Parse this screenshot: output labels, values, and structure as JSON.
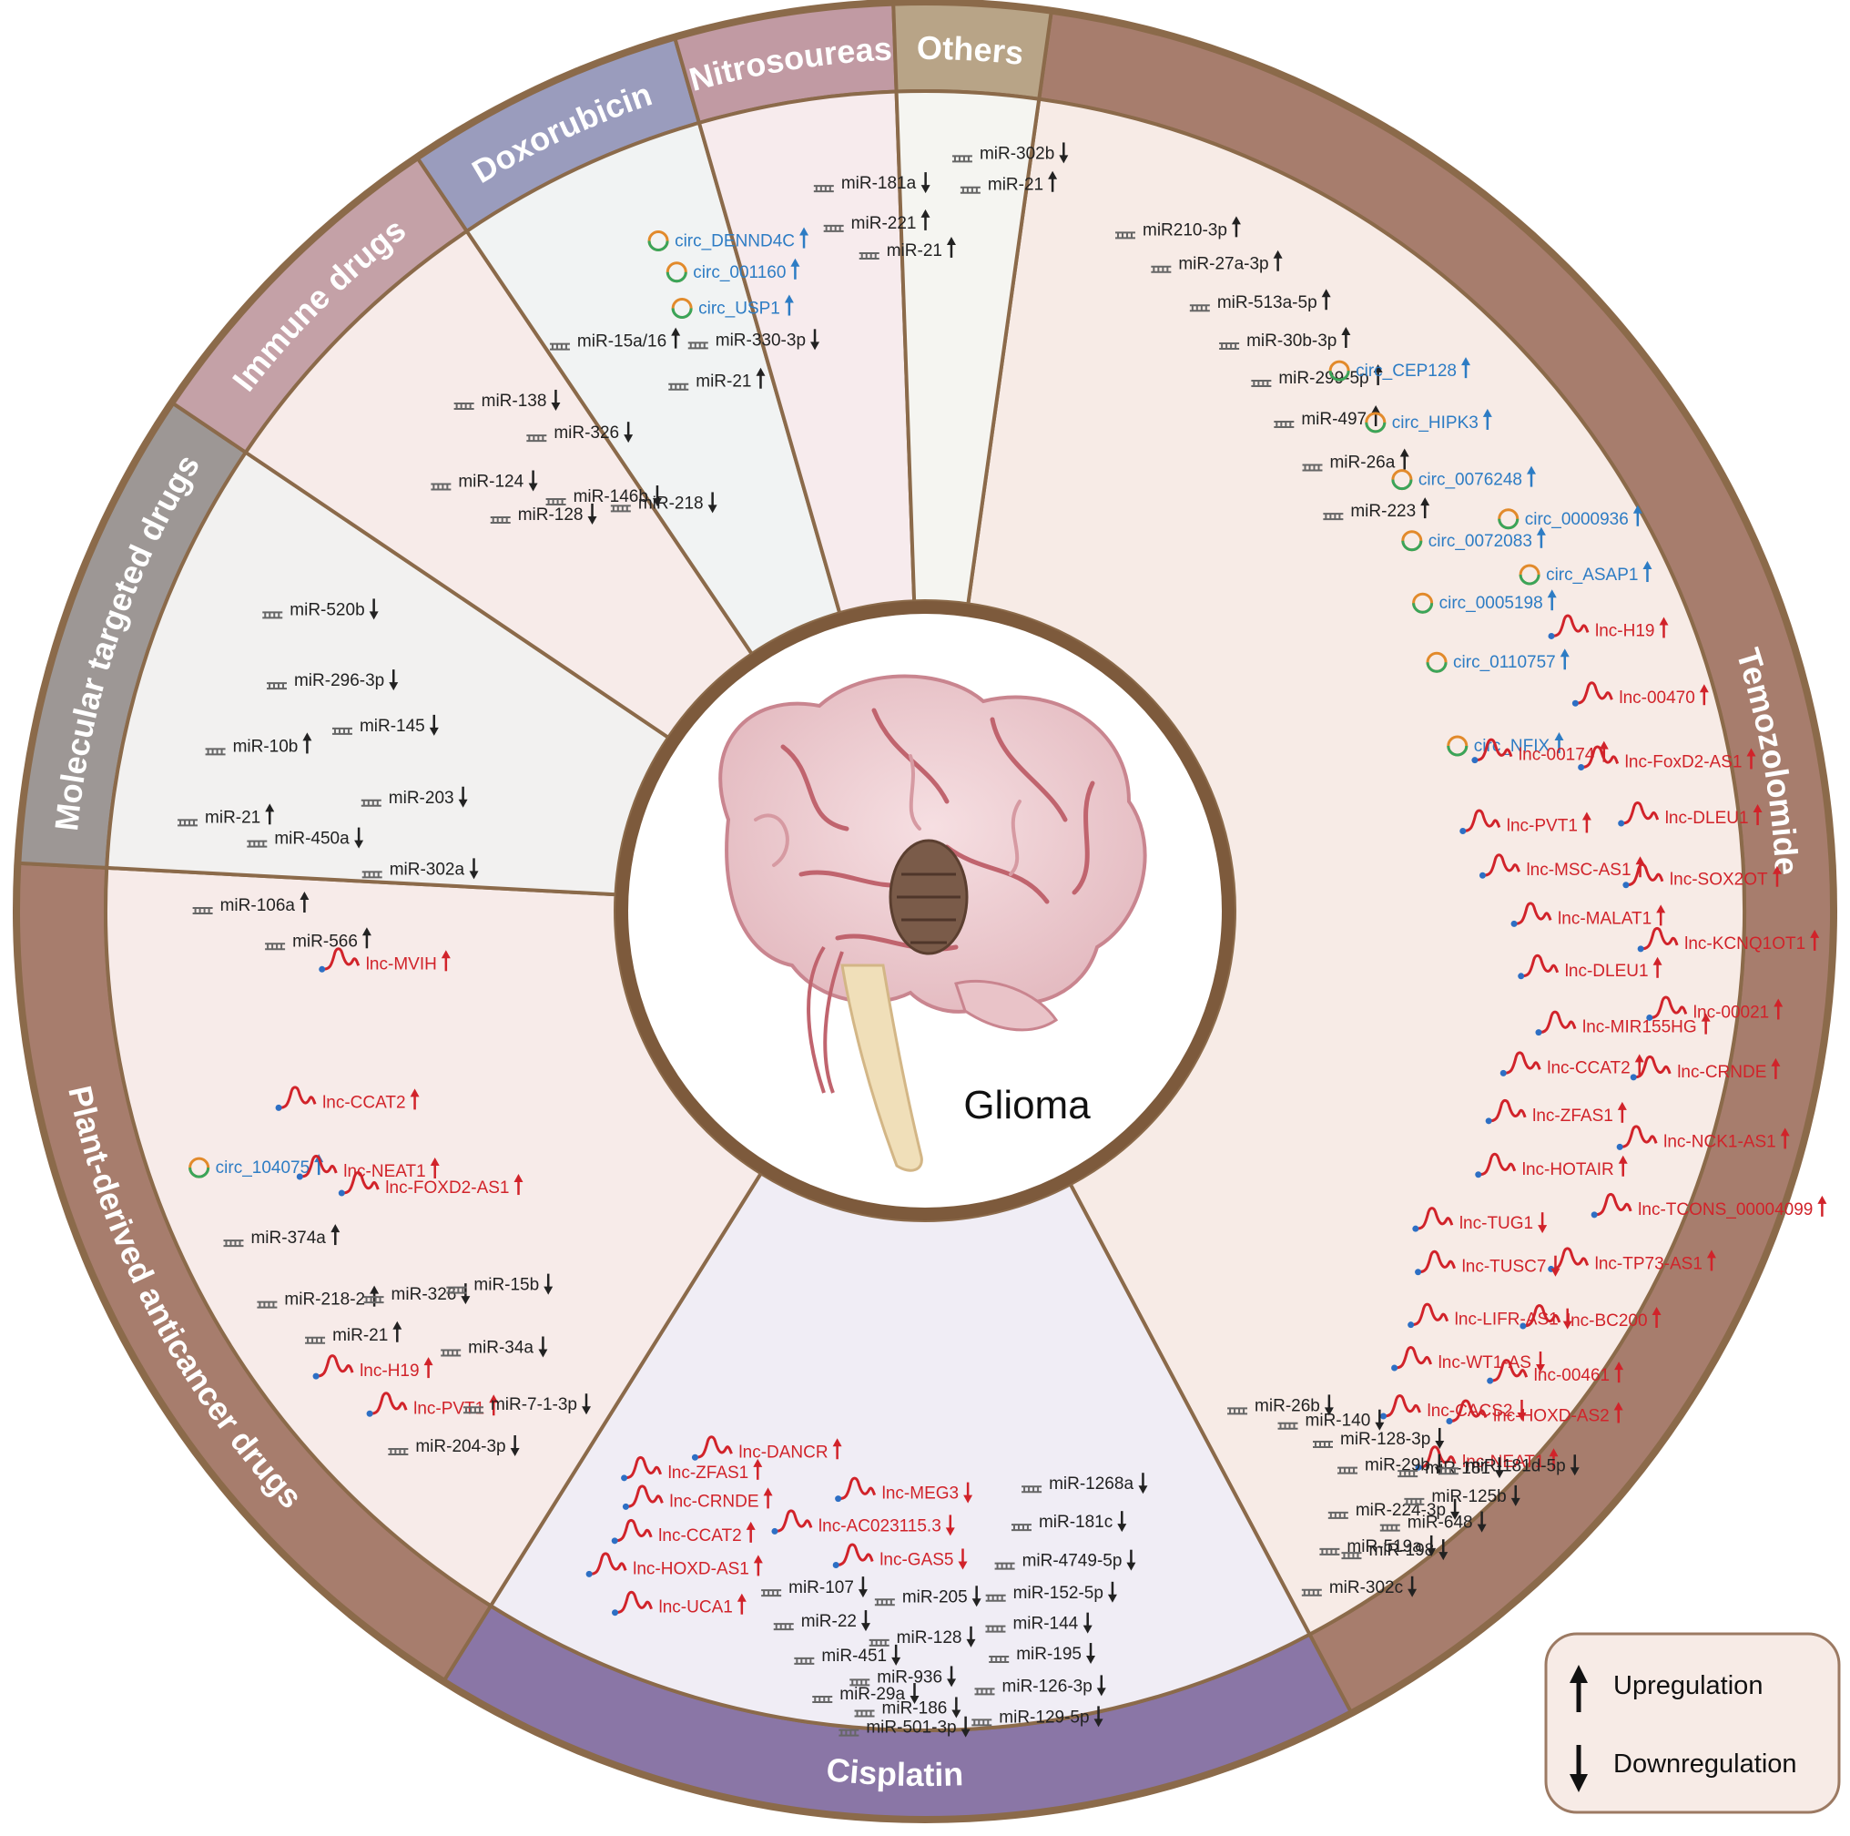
{
  "center": {
    "title": "Glioma"
  },
  "legend": {
    "up": "Upregulation",
    "down": "Downregulation"
  },
  "sectors": [
    {
      "name": "Temozolomide",
      "start": 8,
      "end": 152,
      "band": "#a77d6d",
      "inner": "#f7ebe6",
      "items": [
        {
          "t": "m",
          "l": "miR210-3p",
          "d": "u",
          "r": 0.78,
          "a": 17.3
        },
        {
          "t": "m",
          "l": "miR-27a-3p",
          "d": "u",
          "r": 0.74,
          "a": 21.0
        },
        {
          "t": "m",
          "l": "miR-513a-5p",
          "d": "u",
          "r": 0.7,
          "a": 25.3
        },
        {
          "t": "m",
          "l": "miR-30b-3p",
          "d": "u",
          "r": 0.66,
          "a": 29.1
        },
        {
          "t": "m",
          "l": "miR-299-5p",
          "d": "u",
          "r": 0.63,
          "a": 33.3
        },
        {
          "t": "m",
          "l": "miR-497",
          "d": "u",
          "r": 0.59,
          "a": 37.2
        },
        {
          "t": "m",
          "l": "miR-26a",
          "d": "u",
          "r": 0.56,
          "a": 41.9
        },
        {
          "t": "m",
          "l": "miR-223",
          "d": "u",
          "r": 0.52,
          "a": 46.7
        },
        {
          "t": "c",
          "l": "circ_CEP128",
          "d": "u",
          "r": 0.73,
          "a": 38.4
        },
        {
          "t": "c",
          "l": "circ_HIPK3",
          "d": "u",
          "r": 0.7,
          "a": 43.6
        },
        {
          "t": "c",
          "l": "circ_0076248",
          "d": "u",
          "r": 0.66,
          "a": 48.8
        },
        {
          "t": "c",
          "l": "circ_0072083",
          "d": "u",
          "r": 0.6,
          "a": 53.7
        },
        {
          "t": "c",
          "l": "circ_0005198",
          "d": "u",
          "r": 0.55,
          "a": 59.2
        },
        {
          "t": "c",
          "l": "circ_0110757",
          "d": "u",
          "r": 0.52,
          "a": 65.0
        },
        {
          "t": "c",
          "l": "circ_NFIX",
          "d": "u",
          "r": 0.5,
          "a": 73.6
        },
        {
          "t": "c",
          "l": "circ_0000936",
          "d": "u",
          "r": 0.78,
          "a": 56.9
        },
        {
          "t": "c",
          "l": "circ_ASAP1",
          "d": "u",
          "r": 0.76,
          "a": 61.7
        },
        {
          "t": "l",
          "l": "lnc-H19",
          "d": "u",
          "r": 0.8,
          "a": 67.5
        },
        {
          "t": "l",
          "l": "lnc-00174",
          "d": "u",
          "r": 0.58,
          "a": 75.6
        },
        {
          "t": "l",
          "l": "lnc-00470",
          "d": "u",
          "r": 0.8,
          "a": 73.2
        },
        {
          "t": "l",
          "l": "lnc-PVT1",
          "d": "u",
          "r": 0.53,
          "a": 82.1
        },
        {
          "t": "l",
          "l": "lnc-FoxD2-AS1",
          "d": "u",
          "r": 0.78,
          "a": 78.3
        },
        {
          "t": "l",
          "l": "lnc-MSC-AS1",
          "d": "u",
          "r": 0.56,
          "a": 86.6
        },
        {
          "t": "l",
          "l": "lnc-DLEU1",
          "d": "u",
          "r": 0.84,
          "a": 83.2
        },
        {
          "t": "l",
          "l": "lnc-MALAT1",
          "d": "u",
          "r": 0.62,
          "a": 91.2
        },
        {
          "t": "l",
          "l": "lnc-SOX2OT",
          "d": "u",
          "r": 0.84,
          "a": 88.0
        },
        {
          "t": "l",
          "l": "lnc-DLEU1",
          "d": "u",
          "r": 0.64,
          "a": 95.9
        },
        {
          "t": "l",
          "l": "lnc-KCNQ1OT1",
          "d": "u",
          "r": 0.87,
          "a": 92.9
        },
        {
          "t": "l",
          "l": "lnc-MIR155HG",
          "d": "u",
          "r": 0.69,
          "a": 100.6
        },
        {
          "t": "l",
          "l": "lnc-00021",
          "d": "u",
          "r": 0.9,
          "a": 98.0
        },
        {
          "t": "l",
          "l": "lnc-CCAT2",
          "d": "u",
          "r": 0.64,
          "a": 104.8
        },
        {
          "t": "l",
          "l": "lnc-CRNDE",
          "d": "u",
          "r": 0.89,
          "a": 102.6
        },
        {
          "t": "l",
          "l": "lnc-ZFAS1",
          "d": "u",
          "r": 0.64,
          "a": 109.3
        },
        {
          "t": "l",
          "l": "lnc-NCK1-AS1",
          "d": "u",
          "r": 0.9,
          "a": 107.9
        },
        {
          "t": "l",
          "l": "lnc-HOTAIR",
          "d": "u",
          "r": 0.66,
          "a": 114.1
        },
        {
          "t": "l",
          "l": "lnc-TCONS_00004099",
          "d": "u",
          "r": 0.9,
          "a": 113.3
        },
        {
          "t": "l",
          "l": "lnc-TUG1",
          "d": "d",
          "r": 0.6,
          "a": 121.1
        },
        {
          "t": "l",
          "l": "lnc-TP73-AS1",
          "d": "u",
          "r": 0.87,
          "a": 118.4
        },
        {
          "t": "l",
          "l": "lnc-TUSC7",
          "d": "d",
          "r": 0.65,
          "a": 124.3
        },
        {
          "t": "l",
          "l": "lnc-BC200",
          "d": "u",
          "r": 0.88,
          "a": 123.2
        },
        {
          "t": "l",
          "l": "lnc-LIFR-AS1",
          "d": "d",
          "r": 0.7,
          "a": 128.4
        },
        {
          "t": "l",
          "l": "lnc-00461",
          "d": "u",
          "r": 0.89,
          "a": 128.0
        },
        {
          "t": "l",
          "l": "lnc-WT1-AS",
          "d": "d",
          "r": 0.73,
          "a": 132.1
        },
        {
          "t": "l",
          "l": "lnc-HOXD-AS2",
          "d": "u",
          "r": 0.88,
          "a": 132.3
        },
        {
          "t": "l",
          "l": "lnc-CACS2",
          "d": "d",
          "r": 0.78,
          "a": 135.6
        },
        {
          "t": "l",
          "l": "lnc-NEAT1",
          "d": "u",
          "r": 0.9,
          "a": 136.4
        },
        {
          "t": "m",
          "l": "miR-26b",
          "d": "d",
          "r": 0.56,
          "a": 147.2
        },
        {
          "t": "m",
          "l": "miR-140",
          "d": "d",
          "r": 0.64,
          "a": 144.1
        },
        {
          "t": "m",
          "l": "miR-128-3p",
          "d": "d",
          "r": 0.71,
          "a": 142.6
        },
        {
          "t": "m",
          "l": "miR-29b",
          "d": "d",
          "r": 0.78,
          "a": 142.3
        },
        {
          "t": "m",
          "l": "miR-224-3p",
          "d": "d",
          "r": 0.84,
          "a": 145.0
        },
        {
          "t": "m",
          "l": "miR-519a",
          "d": "d",
          "r": 0.89,
          "a": 147.1
        },
        {
          "t": "m",
          "l": "miR-302c",
          "d": "d",
          "r": 0.94,
          "a": 149.8
        },
        {
          "t": "m",
          "l": "miR-181",
          "d": "d",
          "r": 0.86,
          "a": 138.8
        },
        {
          "t": "m",
          "l": "miR-181d-5p",
          "d": "d",
          "r": 0.91,
          "a": 136.4
        },
        {
          "t": "m",
          "l": "miR-125b",
          "d": "d",
          "r": 0.91,
          "a": 139.8
        },
        {
          "t": "m",
          "l": "miR-648",
          "d": "d",
          "r": 0.92,
          "a": 142.4
        },
        {
          "t": "m",
          "l": "miR-198",
          "d": "d",
          "r": 0.92,
          "a": 145.9
        }
      ]
    },
    {
      "name": "Cisplatin",
      "start": 152,
      "end": 212,
      "band": "#8a76a6",
      "inner": "#f0edf5",
      "items": [
        {
          "t": "m",
          "l": "miR-1268a",
          "d": "d",
          "r": 0.55,
          "a": 168.6
        },
        {
          "t": "m",
          "l": "miR-181c",
          "d": "d",
          "r": 0.62,
          "a": 170.2
        },
        {
          "t": "m",
          "l": "miR-4749-5p",
          "d": "d",
          "r": 0.69,
          "a": 172.2
        },
        {
          "t": "m",
          "l": "miR-152-5p",
          "d": "d",
          "r": 0.75,
          "a": 173.3
        },
        {
          "t": "m",
          "l": "miR-144",
          "d": "d",
          "r": 0.81,
          "a": 173.6
        },
        {
          "t": "m",
          "l": "miR-195",
          "d": "d",
          "r": 0.87,
          "a": 173.6
        },
        {
          "t": "m",
          "l": "miR-126-3p",
          "d": "d",
          "r": 0.93,
          "a": 174.9
        },
        {
          "t": "m",
          "l": "miR-129-5p",
          "d": "d",
          "r": 0.99,
          "a": 175.3
        },
        {
          "t": "l",
          "l": "lnc-DANCR",
          "d": "u",
          "r": 0.53,
          "a": 199.5
        },
        {
          "t": "l",
          "l": "lnc-ZFAS1",
          "d": "u",
          "r": 0.62,
          "a": 205.0
        },
        {
          "t": "l",
          "l": "lnc-MEG3",
          "d": "d",
          "r": 0.55,
          "a": 184.9
        },
        {
          "t": "l",
          "l": "lnc-CRNDE",
          "d": "u",
          "r": 0.67,
          "a": 203.8
        },
        {
          "t": "l",
          "l": "lnc-AC023115.3",
          "d": "d",
          "r": 0.63,
          "a": 190.4
        },
        {
          "t": "l",
          "l": "lnc-CCAT2",
          "d": "u",
          "r": 0.74,
          "a": 203.5
        },
        {
          "t": "l",
          "l": "lnc-GAS5",
          "d": "d",
          "r": 0.68,
          "a": 184.6
        },
        {
          "t": "l",
          "l": "lnc-HOXD-AS1",
          "d": "u",
          "r": 0.82,
          "a": 204.3
        },
        {
          "t": "m",
          "l": "miR-107",
          "d": "d",
          "r": 0.76,
          "a": 191.9
        },
        {
          "t": "m",
          "l": "miR-205",
          "d": "d",
          "r": 0.75,
          "a": 182.5
        },
        {
          "t": "l",
          "l": "lnc-UCA1",
          "d": "u",
          "r": 0.87,
          "a": 201.3
        },
        {
          "t": "m",
          "l": "miR-22",
          "d": "d",
          "r": 0.82,
          "a": 190.4
        },
        {
          "t": "m",
          "l": "miR-128",
          "d": "d",
          "r": 0.83,
          "a": 182.8
        },
        {
          "t": "m",
          "l": "miR-451",
          "d": "d",
          "r": 0.88,
          "a": 188.4
        },
        {
          "t": "m",
          "l": "miR-936",
          "d": "d",
          "r": 0.91,
          "a": 184.1
        },
        {
          "t": "m",
          "l": "miR-29a",
          "d": "d",
          "r": 0.95,
          "a": 186.7
        },
        {
          "t": "m",
          "l": "miR-186",
          "d": "d",
          "r": 0.97,
          "a": 183.6
        },
        {
          "t": "m",
          "l": "miR-501-3p",
          "d": "d",
          "r": 1.01,
          "a": 184.6
        }
      ]
    },
    {
      "name": "Plant-derived anticancer drugs",
      "start": 212,
      "end": 273,
      "band": "#a77d6d",
      "inner": "#f7ebe9",
      "items": [
        {
          "t": "c",
          "l": "circ_104075",
          "d": "u",
          "r": 0.89,
          "a": 249.9
        },
        {
          "t": "m",
          "l": "miR-374a",
          "d": "u",
          "r": 0.88,
          "a": 244.0
        },
        {
          "t": "m",
          "l": "miR-218-2",
          "d": "u",
          "r": 0.88,
          "a": 238.7
        },
        {
          "t": "m",
          "l": "miR-21",
          "d": "u",
          "r": 0.84,
          "a": 234.4
        },
        {
          "t": "l",
          "l": "lnc-H19",
          "d": "u",
          "r": 0.84,
          "a": 230.9
        },
        {
          "t": "l",
          "l": "lnc-PVT1",
          "d": "u",
          "r": 0.81,
          "a": 225.9
        },
        {
          "t": "l",
          "l": "lnc-CCAT2",
          "d": "u",
          "r": 0.65,
          "a": 252.1
        },
        {
          "t": "l",
          "l": "lnc-NEAT1",
          "d": "u",
          "r": 0.66,
          "a": 245.7
        },
        {
          "t": "l",
          "l": "lnc-FOXD2-AS1",
          "d": "u",
          "r": 0.6,
          "a": 242.7
        },
        {
          "t": "m",
          "l": "miR-326",
          "d": "d",
          "r": 0.7,
          "a": 234.3
        },
        {
          "t": "m",
          "l": "miR-15b",
          "d": "d",
          "r": 0.56,
          "a": 230.4
        },
        {
          "t": "m",
          "l": "miR-34a",
          "d": "d",
          "r": 0.65,
          "a": 226.4
        },
        {
          "t": "m",
          "l": "miR-7-1-3p",
          "d": "d",
          "r": 0.7,
          "a": 221.5
        },
        {
          "t": "m",
          "l": "miR-204-3p",
          "d": "d",
          "r": 0.86,
          "a": 223.7
        }
      ]
    },
    {
      "name": "Molecular targeted drugs",
      "start": 273,
      "end": 304,
      "band": "#9d9795",
      "inner": "#f2f1f0",
      "items": [
        {
          "t": "m",
          "l": "miR-520b",
          "d": "d",
          "r": 0.78,
          "a": 294.7
        },
        {
          "t": "m",
          "l": "miR-296-3p",
          "d": "d",
          "r": 0.72,
          "a": 289.4
        },
        {
          "t": "m",
          "l": "miR-10b",
          "d": "u",
          "r": 0.8,
          "a": 282.8
        },
        {
          "t": "m",
          "l": "miR-145",
          "d": "d",
          "r": 0.57,
          "a": 287.4
        },
        {
          "t": "m",
          "l": "miR-21",
          "d": "u",
          "r": 0.83,
          "a": 276.9
        },
        {
          "t": "m",
          "l": "miR-203",
          "d": "d",
          "r": 0.48,
          "a": 281.2
        },
        {
          "t": "m",
          "l": "miR-450a",
          "d": "d",
          "r": 0.69,
          "a": 275.8
        },
        {
          "t": "m",
          "l": "miR-302a",
          "d": "d",
          "r": 0.46,
          "a": 273.8
        },
        {
          "t": "m",
          "l": "miR-106a",
          "d": "u",
          "r": 0.79,
          "a": 270.0
        },
        {
          "t": "m",
          "l": "miR-566",
          "d": "u",
          "r": 0.65,
          "a": 266.8
        },
        {
          "t": "l",
          "l": "lnc-MVIH",
          "d": "u",
          "r": 0.51,
          "a": 264.1
        }
      ]
    },
    {
      "name": "Immune drugs",
      "start": 304,
      "end": 326,
      "band": "#c4a1a7",
      "inner": "#f7ebe9",
      "items": [
        {
          "t": "m",
          "l": "miR-15a/16",
          "d": "u",
          "r": 0.7,
          "a": 327.8
        },
        {
          "t": "m",
          "l": "miR-138",
          "d": "d",
          "r": 0.72,
          "a": 318.2
        },
        {
          "t": "m",
          "l": "miR-326",
          "d": "d",
          "r": 0.58,
          "a": 321.3
        },
        {
          "t": "m",
          "l": "miR-124",
          "d": "d",
          "r": 0.64,
          "a": 311.8
        },
        {
          "t": "m",
          "l": "miR-128",
          "d": "d",
          "r": 0.51,
          "a": 313.3
        },
        {
          "t": "m",
          "l": "miR-146b",
          "d": "d",
          "r": 0.46,
          "a": 318.7
        },
        {
          "t": "m",
          "l": "miR-218",
          "d": "d",
          "r": 0.37,
          "a": 323.8
        }
      ]
    },
    {
      "name": "Doxorubicin",
      "start": 326,
      "end": 344,
      "band": "#9a9cbd",
      "inner": "#f1f3f3",
      "items": [
        {
          "t": "c",
          "l": "circ_DENND4C",
          "d": "u",
          "r": 0.79,
          "a": 338.8
        },
        {
          "t": "c",
          "l": "circ_001160",
          "d": "u",
          "r": 0.72,
          "a": 339.3
        },
        {
          "t": "c",
          "l": "circ_USP1",
          "d": "u",
          "r": 0.65,
          "a": 338.6
        },
        {
          "t": "m",
          "l": "miR-330-3p",
          "d": "d",
          "r": 0.58,
          "a": 339.0
        },
        {
          "t": "m",
          "l": "miR-21",
          "d": "u",
          "r": 0.52,
          "a": 335.7
        }
      ]
    },
    {
      "name": "Nitrosoureas",
      "start": 344,
      "end": 358,
      "band": "#c19aa3",
      "inner": "#f7ebed",
      "items": [
        {
          "t": "m",
          "l": "miR-181a",
          "d": "d",
          "r": 0.82,
          "a": 352.8
        },
        {
          "t": "m",
          "l": "miR-221",
          "d": "u",
          "r": 0.74,
          "a": 353.2
        },
        {
          "t": "m",
          "l": "miR-21",
          "d": "u",
          "r": 0.68,
          "a": 356.0
        }
      ]
    },
    {
      "name": "Others",
      "start": 358,
      "end": 368,
      "band": "#b8a487",
      "inner": "#f5f5f1",
      "items": [
        {
          "t": "m",
          "l": "miR-302b",
          "d": "d",
          "r": 0.87,
          "a": 3.6
        },
        {
          "t": "m",
          "l": "miR-21",
          "d": "u",
          "r": 0.81,
          "a": 4.4
        }
      ]
    }
  ]
}
